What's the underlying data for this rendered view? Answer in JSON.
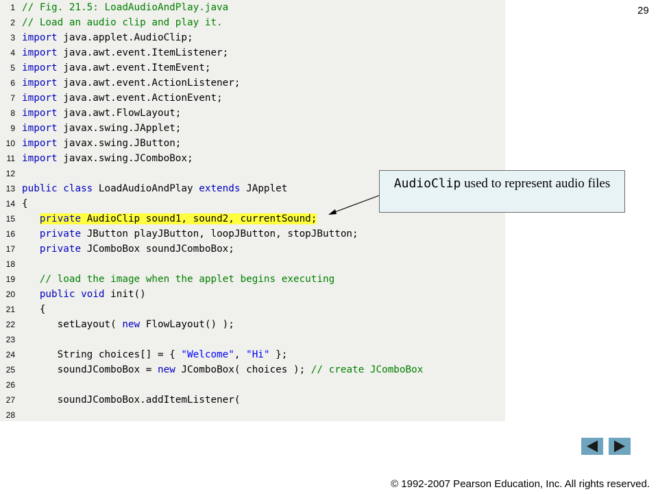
{
  "page_number": "29",
  "code_lines": [
    {
      "num": "1",
      "segments": [
        {
          "t": "// Fig. 21.5: LoadAudioAndPlay.java",
          "c": "cm"
        }
      ]
    },
    {
      "num": "2",
      "segments": [
        {
          "t": "// Load an audio clip and play it.",
          "c": "cm"
        }
      ]
    },
    {
      "num": "3",
      "segments": [
        {
          "t": "import",
          "c": "kw"
        },
        {
          "t": " java.applet.AudioClip;",
          "c": ""
        }
      ]
    },
    {
      "num": "4",
      "segments": [
        {
          "t": "import",
          "c": "kw"
        },
        {
          "t": " java.awt.event.ItemListener;",
          "c": ""
        }
      ]
    },
    {
      "num": "5",
      "segments": [
        {
          "t": "import",
          "c": "kw"
        },
        {
          "t": " java.awt.event.ItemEvent;",
          "c": ""
        }
      ]
    },
    {
      "num": "6",
      "segments": [
        {
          "t": "import",
          "c": "kw"
        },
        {
          "t": " java.awt.event.ActionListener;",
          "c": ""
        }
      ]
    },
    {
      "num": "7",
      "segments": [
        {
          "t": "import",
          "c": "kw"
        },
        {
          "t": " java.awt.event.ActionEvent;",
          "c": ""
        }
      ]
    },
    {
      "num": "8",
      "segments": [
        {
          "t": "import",
          "c": "kw"
        },
        {
          "t": " java.awt.FlowLayout;",
          "c": ""
        }
      ]
    },
    {
      "num": "9",
      "segments": [
        {
          "t": "import",
          "c": "kw"
        },
        {
          "t": " javax.swing.JApplet;",
          "c": ""
        }
      ]
    },
    {
      "num": "10",
      "segments": [
        {
          "t": "import",
          "c": "kw"
        },
        {
          "t": " javax.swing.JButton;",
          "c": ""
        }
      ]
    },
    {
      "num": "11",
      "segments": [
        {
          "t": "import",
          "c": "kw"
        },
        {
          "t": " javax.swing.JComboBox;",
          "c": ""
        }
      ]
    },
    {
      "num": "12",
      "segments": []
    },
    {
      "num": "13",
      "segments": [
        {
          "t": "public class",
          "c": "kw"
        },
        {
          "t": " LoadAudioAndPlay ",
          "c": ""
        },
        {
          "t": "extends",
          "c": "kw"
        },
        {
          "t": " JApplet",
          "c": ""
        }
      ]
    },
    {
      "num": "14",
      "segments": [
        {
          "t": "{",
          "c": ""
        }
      ]
    },
    {
      "num": "15",
      "segments": [
        {
          "t": "   ",
          "c": ""
        },
        {
          "t": "private",
          "c": "kw hl"
        },
        {
          "t": " AudioClip sound1, sound2, currentSound;",
          "c": "hl"
        }
      ]
    },
    {
      "num": "16",
      "segments": [
        {
          "t": "   ",
          "c": ""
        },
        {
          "t": "private",
          "c": "kw"
        },
        {
          "t": " JButton playJButton, loopJButton, stopJButton;",
          "c": ""
        }
      ]
    },
    {
      "num": "17",
      "segments": [
        {
          "t": "   ",
          "c": ""
        },
        {
          "t": "private",
          "c": "kw"
        },
        {
          "t": " JComboBox soundJComboBox;",
          "c": ""
        }
      ]
    },
    {
      "num": "18",
      "segments": []
    },
    {
      "num": "19",
      "segments": [
        {
          "t": "   ",
          "c": ""
        },
        {
          "t": "// load the image when the applet begins executing",
          "c": "cm"
        }
      ]
    },
    {
      "num": "20",
      "segments": [
        {
          "t": "   ",
          "c": ""
        },
        {
          "t": "public void",
          "c": "kw"
        },
        {
          "t": " init()",
          "c": ""
        }
      ]
    },
    {
      "num": "21",
      "segments": [
        {
          "t": "   {",
          "c": ""
        }
      ]
    },
    {
      "num": "22",
      "segments": [
        {
          "t": "      setLayout( ",
          "c": ""
        },
        {
          "t": "new",
          "c": "kw"
        },
        {
          "t": " FlowLayout() );",
          "c": ""
        }
      ]
    },
    {
      "num": "23",
      "segments": []
    },
    {
      "num": "24",
      "segments": [
        {
          "t": "      String choices[] = { ",
          "c": ""
        },
        {
          "t": "\"Welcome\"",
          "c": "st"
        },
        {
          "t": ", ",
          "c": ""
        },
        {
          "t": "\"Hi\"",
          "c": "st"
        },
        {
          "t": " };",
          "c": ""
        }
      ]
    },
    {
      "num": "25",
      "segments": [
        {
          "t": "      soundJComboBox = ",
          "c": ""
        },
        {
          "t": "new",
          "c": "kw"
        },
        {
          "t": " JComboBox( choices ); ",
          "c": ""
        },
        {
          "t": "// create JComboBox",
          "c": "cm"
        }
      ]
    },
    {
      "num": "26",
      "segments": []
    },
    {
      "num": "27",
      "segments": [
        {
          "t": "      soundJComboBox.addItemListener(",
          "c": ""
        }
      ]
    },
    {
      "num": "28",
      "segments": []
    }
  ],
  "callout": {
    "code_term": "AudioClip",
    "text": " used to represent audio files"
  },
  "nav": {
    "prev_icon": "triangle-left-icon",
    "next_icon": "triangle-right-icon"
  },
  "copyright": "© 1992-2007 Pearson Education, Inc.  All rights reserved.",
  "colors": {
    "code_background": "#f0f0ec",
    "keyword": "#0000c0",
    "comment": "#008000",
    "string": "#0000ff",
    "highlight": "#ffff40",
    "callout_background": "#e8f3f5",
    "nav_button": "#6fa4be"
  }
}
